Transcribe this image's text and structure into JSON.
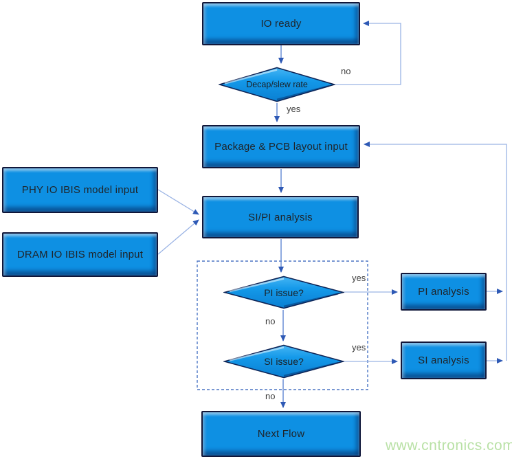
{
  "nodes": {
    "io_ready": {
      "label": "IO ready",
      "shape": "rect"
    },
    "decap_slew_rate": {
      "label": "Decap/slew rate",
      "shape": "diamond"
    },
    "package_pcb": {
      "label": "Package & PCB layout input",
      "shape": "rect"
    },
    "phy_ibis": {
      "label": "PHY IO IBIS model input",
      "shape": "rect"
    },
    "dram_ibis": {
      "label": "DRAM IO IBIS model input",
      "shape": "rect"
    },
    "si_pi_analysis": {
      "label": "SI/PI analysis",
      "shape": "rect"
    },
    "pi_issue": {
      "label": "PI issue?",
      "shape": "diamond"
    },
    "si_issue": {
      "label": "SI issue?",
      "shape": "diamond"
    },
    "pi_analysis": {
      "label": "PI analysis",
      "shape": "rect"
    },
    "si_analysis": {
      "label": "SI analysis",
      "shape": "rect"
    },
    "next_flow": {
      "label": "Next Flow",
      "shape": "rect"
    }
  },
  "edge_labels": {
    "decap_no": "no",
    "decap_yes": "yes",
    "pi_issue_yes": "yes",
    "pi_issue_no": "no",
    "si_issue_yes": "yes",
    "si_issue_no": "no"
  },
  "watermark": {
    "text": "www.cntronics.com",
    "color": "#b9e1a6"
  },
  "colors": {
    "shape_fill": "#0e90e3",
    "shape_highlight": "#45b5f4",
    "shape_shadow": "#0a5ea6",
    "shape_border": "#10173a",
    "connector": "#5d86d3",
    "connector_light": "#9ab3e4",
    "arrowhead": "#2e59b5",
    "dashed_box": "#4a74c4",
    "text": "#1f2429"
  }
}
